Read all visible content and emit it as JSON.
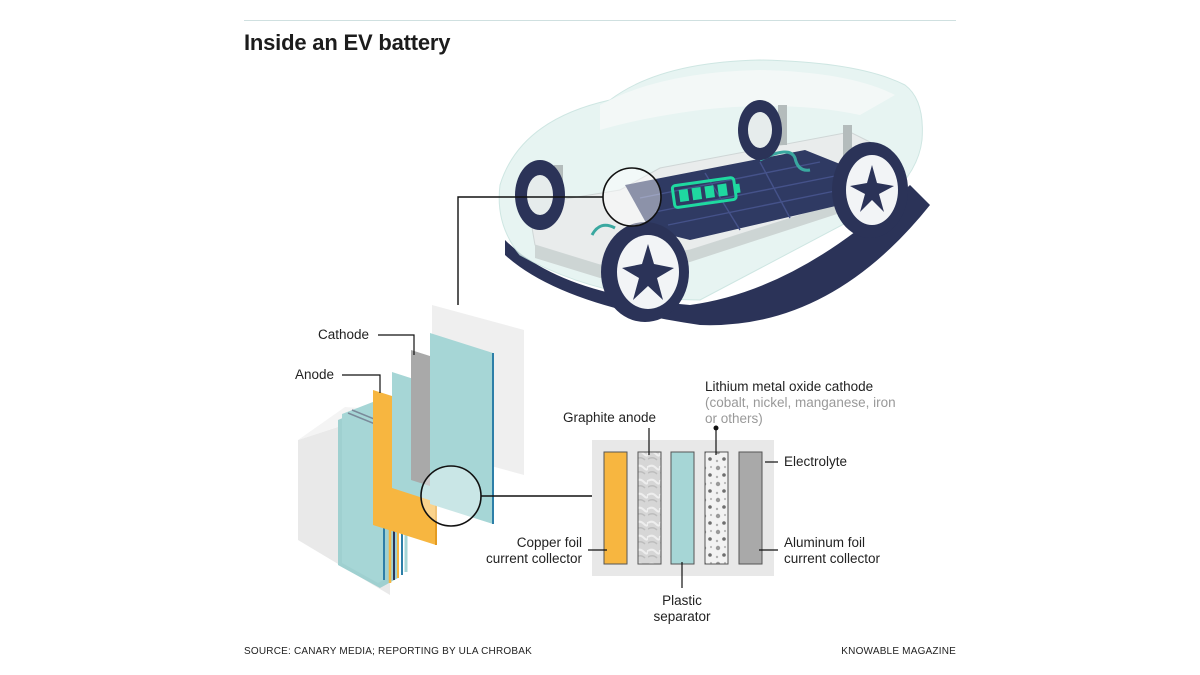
{
  "title": "Inside an EV battery",
  "labels": {
    "cathode": "Cathode",
    "anode": "Anode",
    "graphite_anode": "Graphite anode",
    "lithium_cathode": "Lithium metal oxide cathode",
    "lithium_cathode_detail_1": "(cobalt, nickel, manganese, iron",
    "lithium_cathode_detail_2": "or others)",
    "electrolyte": "Electrolyte",
    "copper_foil_1": "Copper foil",
    "copper_foil_2": "current collector",
    "aluminum_foil_1": "Aluminum foil",
    "aluminum_foil_2": "current collector",
    "separator_1": "Plastic",
    "separator_2": "separator"
  },
  "footer": {
    "source": "SOURCE: CANARY MEDIA; REPORTING BY ULA CHROBAK",
    "publisher": "KNOWABLE MAGAZINE"
  },
  "colors": {
    "navy": "#2b3358",
    "teal": "#3aa8a0",
    "battery_green": "#1fd9a0",
    "copper": "#f7b640",
    "separator": "#a6d6d6",
    "cathode_gray": "#a9a9a9",
    "panel": "#e8e8e8"
  }
}
